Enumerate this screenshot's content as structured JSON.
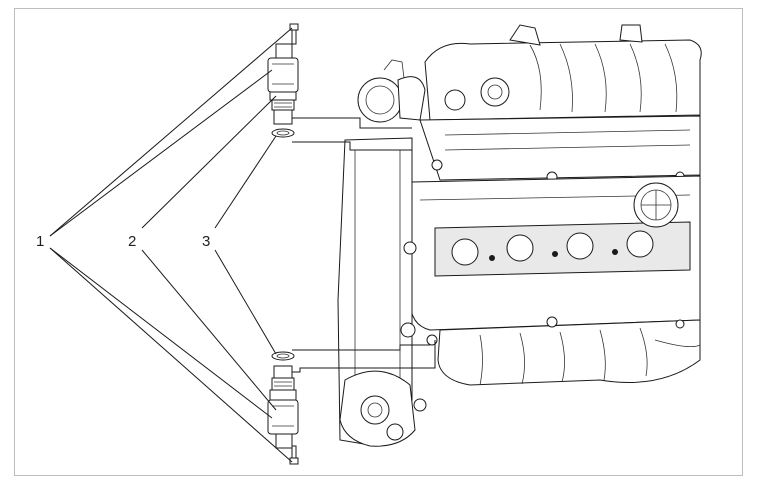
{
  "callouts": [
    {
      "number": "1",
      "part": "bolt"
    },
    {
      "number": "2",
      "part": "oil-control-valve"
    },
    {
      "number": "3",
      "part": "o-ring"
    }
  ],
  "colors": {
    "line": "#1a1a1a",
    "background": "#ffffff",
    "frame": "#bdbdbd"
  },
  "icons": [
    "bolt-icon",
    "solenoid-valve-icon",
    "o-ring-icon",
    "engine-icon"
  ]
}
